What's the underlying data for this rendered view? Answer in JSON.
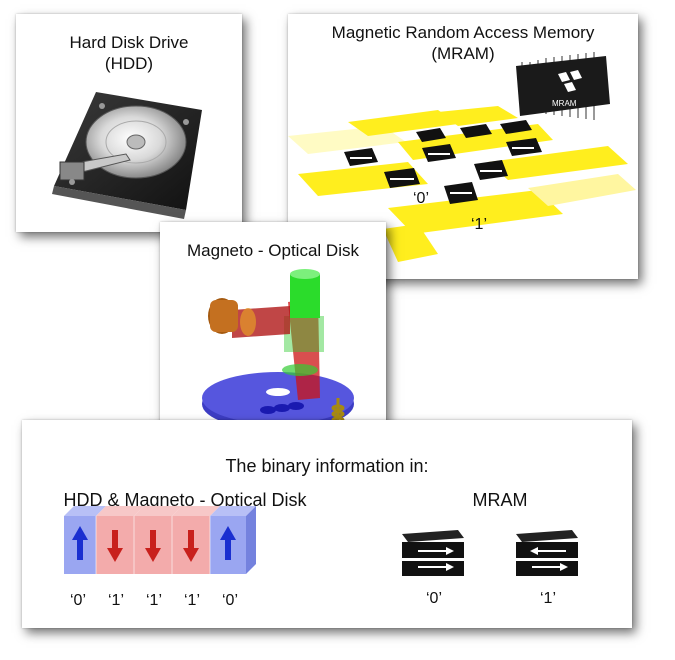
{
  "hdd": {
    "title_line1": "Hard Disk Drive",
    "title_line2": "(HDD)"
  },
  "mram": {
    "title_line1": "Magnetic Random Access Memory",
    "title_line2": "(MRAM)",
    "chip_text": "MRAM",
    "label_zero": "‘0’",
    "label_one": "‘1’"
  },
  "mo_disk": {
    "title": "Magneto - Optical Disk"
  },
  "binary": {
    "heading": "The binary information in:",
    "hdd_mo_title": "HDD & Magneto - Optical Disk",
    "mram_title": "MRAM",
    "domain_bits": [
      "‘0’",
      "‘1’",
      "‘1’",
      "‘1’",
      "‘0’"
    ],
    "mram_bits": [
      "‘0’",
      "‘1’"
    ]
  },
  "colors": {
    "bit_zero": "#8f9cf0",
    "bit_one": "#f2a2a2",
    "arrow_up": "#1a2fd0",
    "arrow_down": "#c8201c",
    "mram_strip": "#ffee1e",
    "mo_disk": "#4b4bdc",
    "mo_laser": "#cc1414",
    "mo_lens": "#33cc33"
  }
}
